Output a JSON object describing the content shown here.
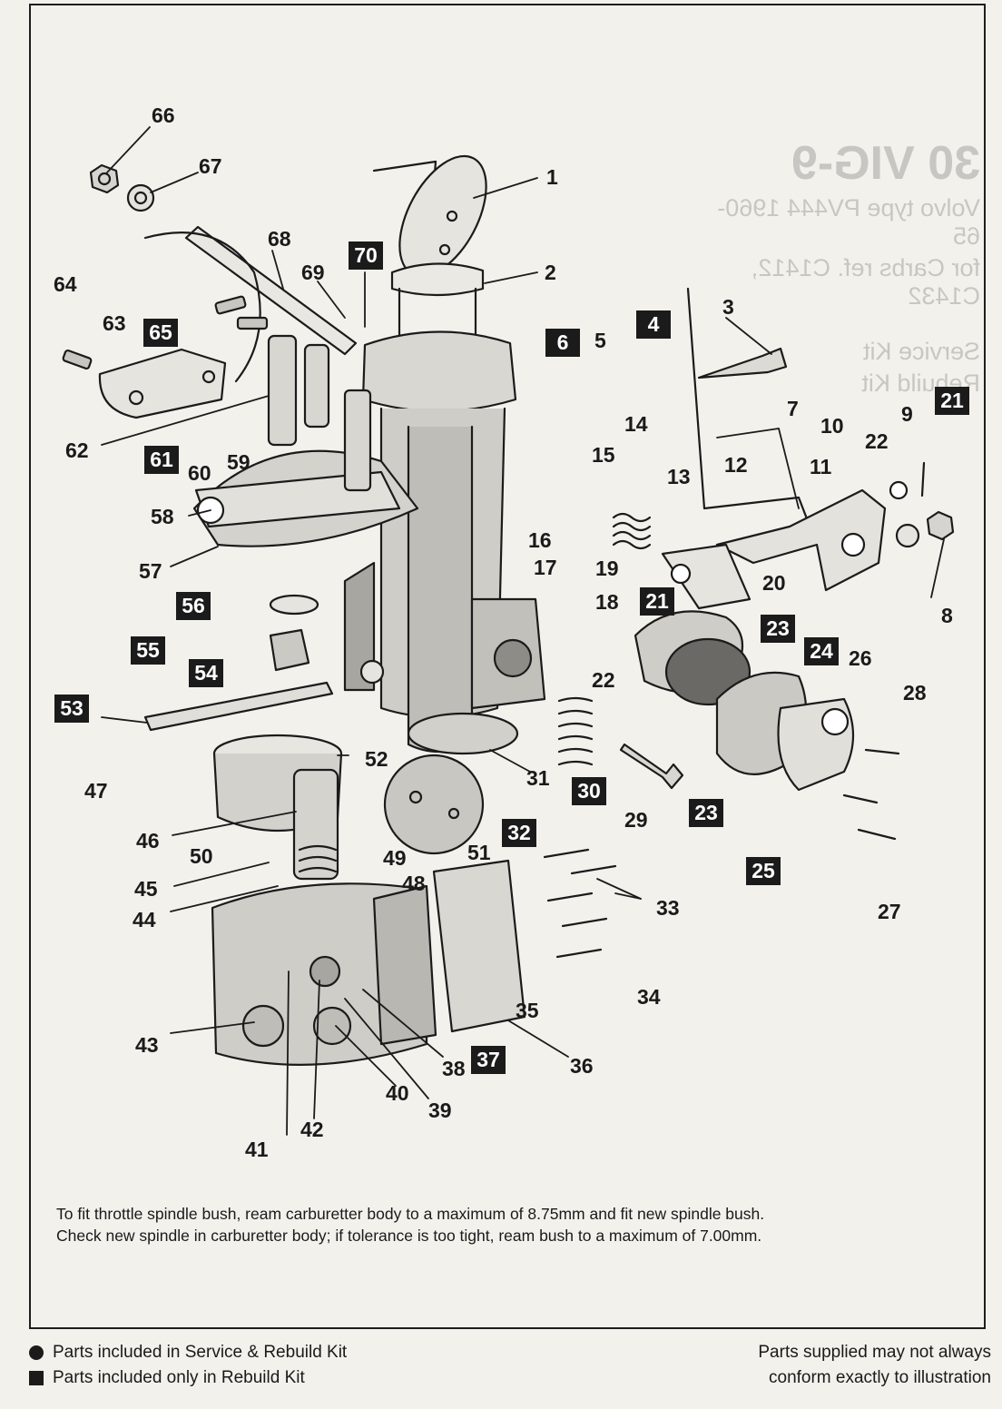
{
  "callouts": [
    {
      "label": "1",
      "boxed": false
    },
    {
      "label": "2",
      "boxed": false
    },
    {
      "label": "3",
      "boxed": false
    },
    {
      "label": "4",
      "boxed": true
    },
    {
      "label": "5",
      "boxed": false
    },
    {
      "label": "6",
      "boxed": true
    },
    {
      "label": "7",
      "boxed": false
    },
    {
      "label": "8",
      "boxed": false
    },
    {
      "label": "9",
      "boxed": false
    },
    {
      "label": "10",
      "boxed": false
    },
    {
      "label": "11",
      "boxed": false
    },
    {
      "label": "12",
      "boxed": false
    },
    {
      "label": "13",
      "boxed": false
    },
    {
      "label": "14",
      "boxed": false
    },
    {
      "label": "15",
      "boxed": false
    },
    {
      "label": "16",
      "boxed": false
    },
    {
      "label": "17",
      "boxed": false
    },
    {
      "label": "18",
      "boxed": false
    },
    {
      "label": "19",
      "boxed": false
    },
    {
      "label": "20",
      "boxed": false
    },
    {
      "label": "21",
      "boxed": true
    },
    {
      "label": "21",
      "boxed": true
    },
    {
      "label": "22",
      "boxed": false
    },
    {
      "label": "22",
      "boxed": false
    },
    {
      "label": "23",
      "boxed": true
    },
    {
      "label": "23",
      "boxed": true
    },
    {
      "label": "24",
      "boxed": true
    },
    {
      "label": "25",
      "boxed": true
    },
    {
      "label": "26",
      "boxed": false
    },
    {
      "label": "27",
      "boxed": false
    },
    {
      "label": "28",
      "boxed": false
    },
    {
      "label": "29",
      "boxed": false
    },
    {
      "label": "30",
      "boxed": true
    },
    {
      "label": "31",
      "boxed": false
    },
    {
      "label": "32",
      "boxed": true
    },
    {
      "label": "33",
      "boxed": false
    },
    {
      "label": "34",
      "boxed": false
    },
    {
      "label": "35",
      "boxed": false
    },
    {
      "label": "36",
      "boxed": false
    },
    {
      "label": "37",
      "boxed": true
    },
    {
      "label": "38",
      "boxed": false
    },
    {
      "label": "39",
      "boxed": false
    },
    {
      "label": "40",
      "boxed": false
    },
    {
      "label": "41",
      "boxed": false
    },
    {
      "label": "42",
      "boxed": false
    },
    {
      "label": "43",
      "boxed": false
    },
    {
      "label": "44",
      "boxed": false
    },
    {
      "label": "45",
      "boxed": false
    },
    {
      "label": "46",
      "boxed": false
    },
    {
      "label": "47",
      "boxed": false
    },
    {
      "label": "48",
      "boxed": false
    },
    {
      "label": "49",
      "boxed": false
    },
    {
      "label": "50",
      "boxed": false
    },
    {
      "label": "51",
      "boxed": false
    },
    {
      "label": "52",
      "boxed": false
    },
    {
      "label": "53",
      "boxed": true
    },
    {
      "label": "54",
      "boxed": true
    },
    {
      "label": "55",
      "boxed": true
    },
    {
      "label": "56",
      "boxed": true
    },
    {
      "label": "57",
      "boxed": false
    },
    {
      "label": "58",
      "boxed": false
    },
    {
      "label": "59",
      "boxed": false
    },
    {
      "label": "60",
      "boxed": false
    },
    {
      "label": "61",
      "boxed": true
    },
    {
      "label": "62",
      "boxed": false
    },
    {
      "label": "63",
      "boxed": false
    },
    {
      "label": "64",
      "boxed": false
    },
    {
      "label": "65",
      "boxed": true
    },
    {
      "label": "66",
      "boxed": false
    },
    {
      "label": "67",
      "boxed": false
    },
    {
      "label": "68",
      "boxed": false
    },
    {
      "label": "69",
      "boxed": false
    },
    {
      "label": "70",
      "boxed": true
    }
  ],
  "ghost_text": {
    "title": "30 VIG-9",
    "line1": "Volvo type PV444 1960-65",
    "line2": "for Carbs ref. C1412, C1432",
    "service": "Service Kit",
    "rebuild": "Rebuild Kit"
  },
  "note": {
    "line1": "To fit throttle spindle bush, ream carburetter body to a maximum of 8.75mm and fit new spindle bush.",
    "line2": "Check new spindle in carburetter body; if tolerance is too tight, ream bush to a maximum of 7.00mm."
  },
  "legend": {
    "service_rebuild": "Parts included in Service & Rebuild Kit",
    "rebuild_only": "Parts included only in Rebuild Kit"
  },
  "disclaimer": {
    "line1": "Parts supplied may not always",
    "line2": "conform exactly to illustration"
  },
  "colors": {
    "ink": "#1b1b1b",
    "paper": "#f3f1ec",
    "shade": "#8a8a8a"
  }
}
